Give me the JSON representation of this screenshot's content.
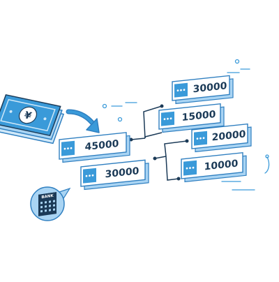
{
  "banknote": {
    "symbol": "¥"
  },
  "bank": {
    "label": "BANK"
  },
  "cards": {
    "source_top": "45000",
    "source_bottom": "30000",
    "split_a_top": "30000",
    "split_a_bottom": "15000",
    "split_b_top": "20000",
    "split_b_bottom": "10000"
  },
  "colors": {
    "primary": "#3a9ad9",
    "light": "#a9d4f3",
    "pale": "#cfe8f9",
    "dark": "#1b3a57",
    "card_edge": "#2f7fc0"
  },
  "icons": [
    "yen-banknote-icon",
    "arrow-icon",
    "bank-building-icon",
    "dots-icon"
  ]
}
